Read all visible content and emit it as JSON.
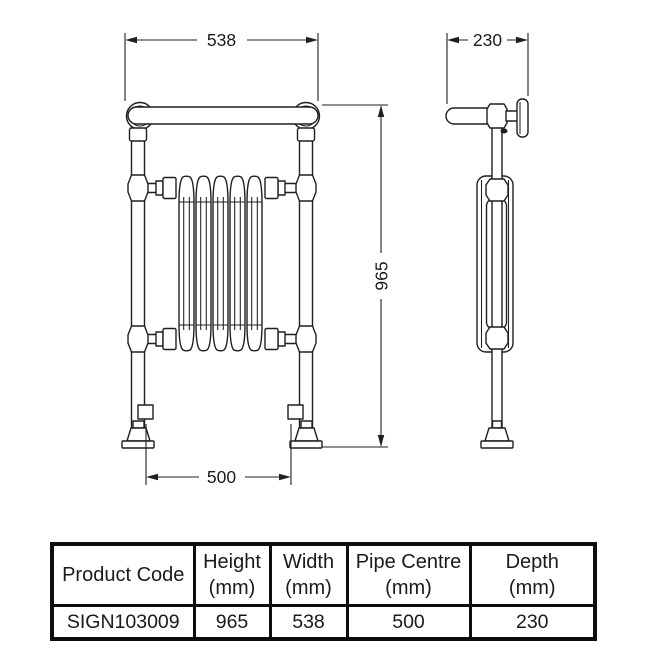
{
  "dimensions": {
    "width": "538",
    "depth": "230",
    "height": "965",
    "pipe_centre": "500"
  },
  "table": {
    "columns": [
      {
        "title": "Product Code",
        "unit": ""
      },
      {
        "title": "Height",
        "unit": "(mm)"
      },
      {
        "title": "Width",
        "unit": "(mm)"
      },
      {
        "title": "Pipe Centre",
        "unit": "(mm)"
      },
      {
        "title": "Depth",
        "unit": "(mm)"
      }
    ],
    "values": [
      "SIGN103009",
      "965",
      "538",
      "500",
      "230"
    ]
  },
  "colors": {
    "line": "#1f1f1f",
    "table_border": "#0d0d0d",
    "text": "#1a1a1a",
    "background": "#ffffff"
  }
}
